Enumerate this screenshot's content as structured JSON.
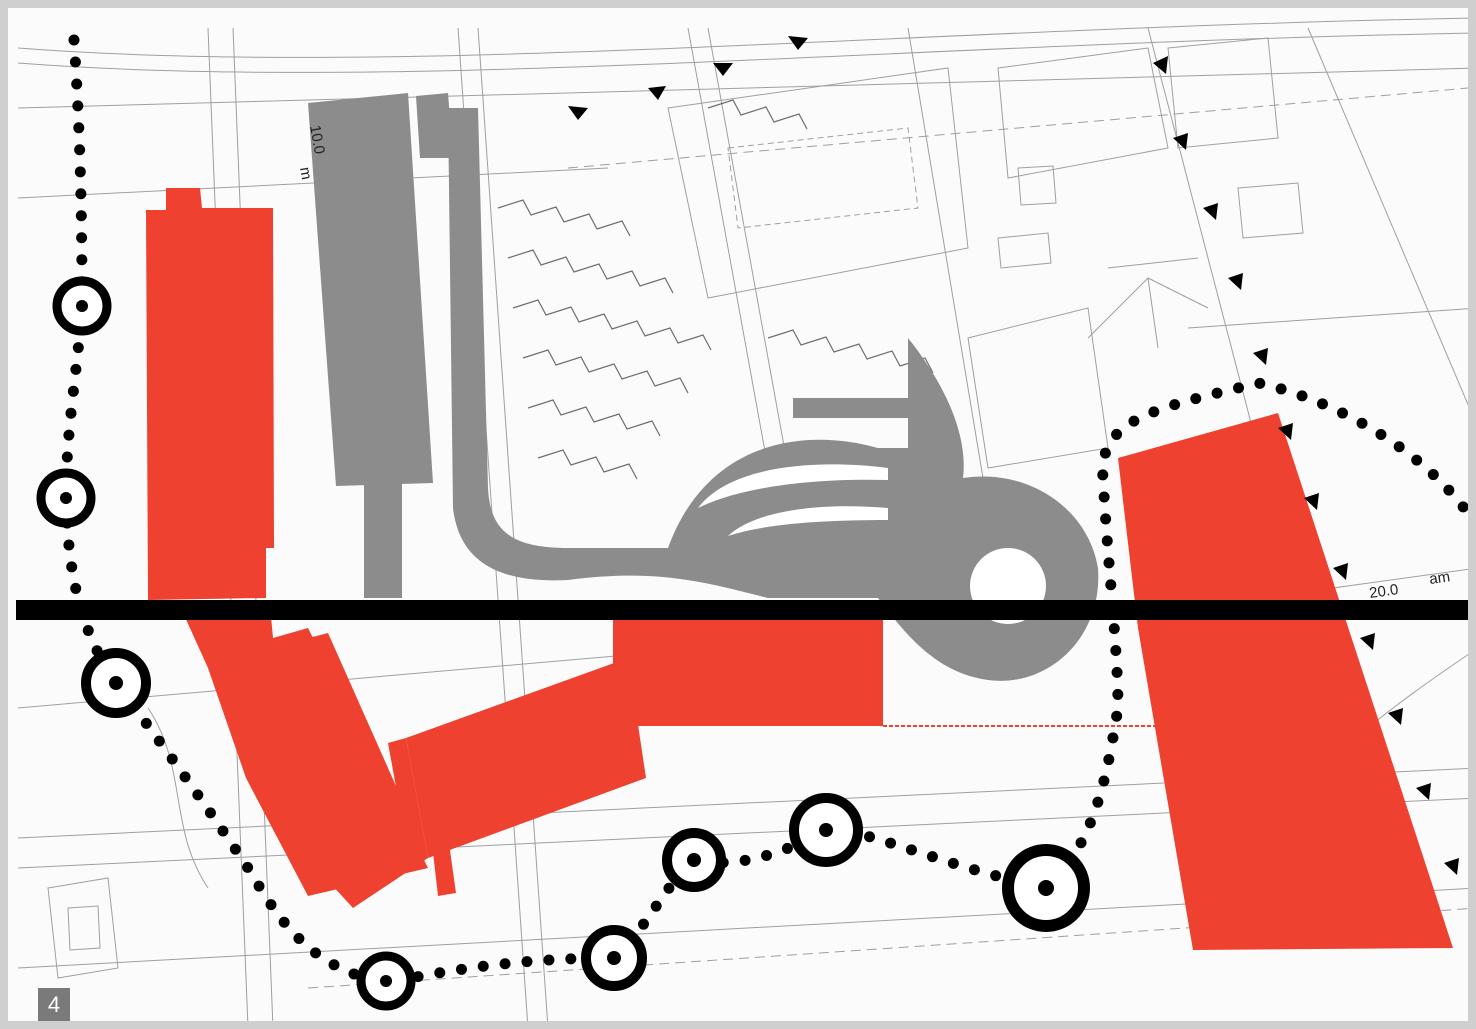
{
  "figure": {
    "number": "4"
  },
  "labels": {
    "dimension_top": "10.0",
    "dimension_right": "20.0",
    "dimension_right_unit": "am",
    "dimension_top_unit": "m"
  },
  "colors": {
    "building_red": "#ee4130",
    "road_gray": "#8c8c8c",
    "line_black": "#000000",
    "badge_gray": "#7a7a7a"
  },
  "legend_symbols": {
    "path": "dotted-line",
    "node": "ring-with-dot",
    "axis": "thick-black-line"
  }
}
